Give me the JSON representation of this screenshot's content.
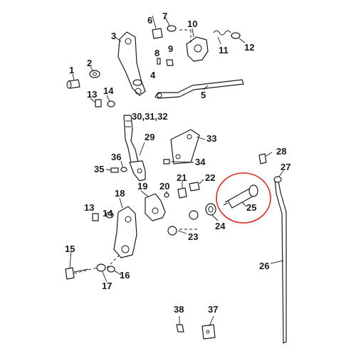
{
  "diagram": {
    "accent_color": "#e2261c",
    "highlighted_part": "25",
    "callouts": {
      "c1": "1",
      "c2": "2",
      "c3": "3",
      "c4": "4",
      "c5": "5",
      "c6": "6",
      "c7": "7",
      "c8": "8",
      "c9": "9",
      "c10": "10",
      "c11": "11",
      "c12": "12",
      "c13a": "13",
      "c13b": "13",
      "c14a": "14",
      "c14b": "14",
      "c15": "15",
      "c16": "16",
      "c17": "17",
      "c18": "18",
      "c19": "19",
      "c20": "20",
      "c21": "21",
      "c22": "22",
      "c23": "23",
      "c24": "24",
      "c25": "25",
      "c26": "26",
      "c27": "27",
      "c28": "28",
      "c29": "29",
      "c30": "30,31,32",
      "c33": "33",
      "c34": "34",
      "c35": "35",
      "c36": "36",
      "c37": "37",
      "c38": "38"
    }
  }
}
